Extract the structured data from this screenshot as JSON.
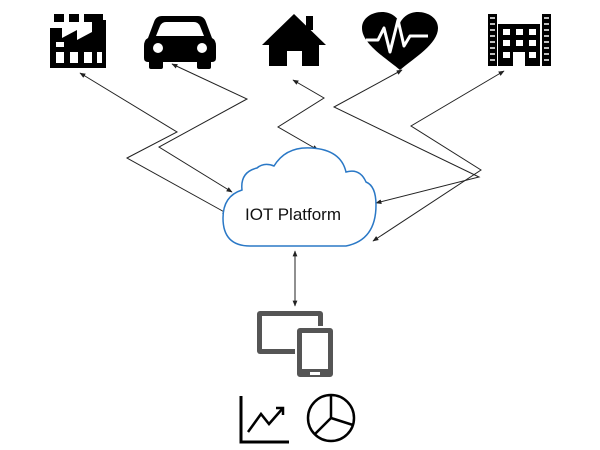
{
  "platform": {
    "label": "IOT Platform",
    "outline_color": "#2a78c6"
  },
  "devices": [
    {
      "name": "factory",
      "icon": "factory-icon"
    },
    {
      "name": "car",
      "icon": "car-icon"
    },
    {
      "name": "home",
      "icon": "home-icon"
    },
    {
      "name": "health",
      "icon": "heartbeat-icon"
    },
    {
      "name": "building",
      "icon": "office-building-icon"
    }
  ],
  "client": {
    "icons": [
      "monitor-icon",
      "tablet-icon"
    ]
  },
  "analytics": {
    "icons": [
      "line-chart-icon",
      "pie-chart-icon"
    ]
  },
  "colors": {
    "icon": "#000000",
    "device_screen": "#555555",
    "connector": "#222222"
  }
}
